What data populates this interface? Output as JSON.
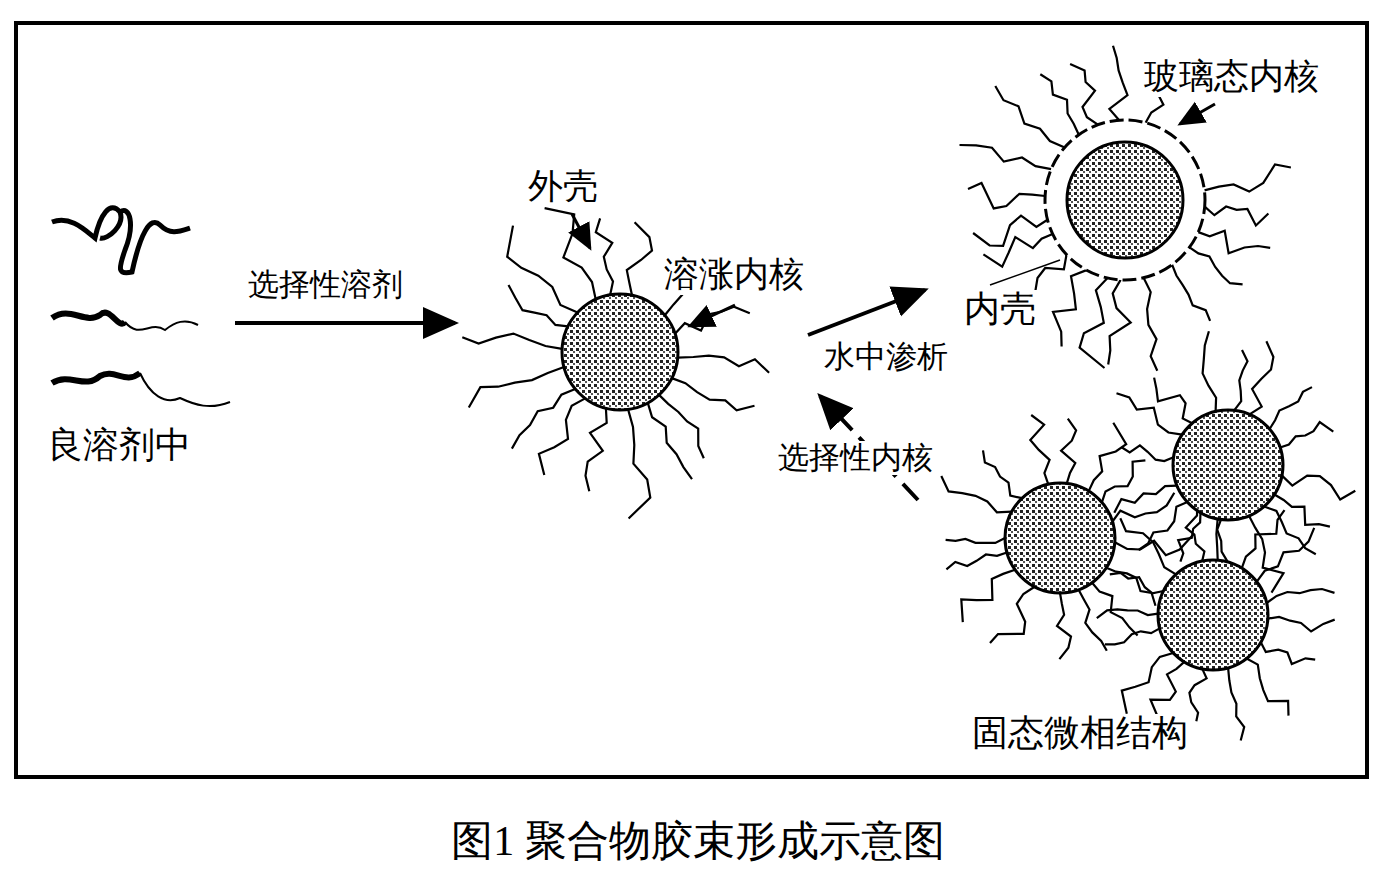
{
  "diagram": {
    "caption": "图1  聚合物胶束形成示意图",
    "labels": [
      "良溶剂中",
      "选择性溶剂",
      "外壳",
      "溶涨内核",
      "水中渗析",
      "选择性内核",
      "玻璃态内核",
      "内壳",
      "固态微相结构"
    ]
  }
}
